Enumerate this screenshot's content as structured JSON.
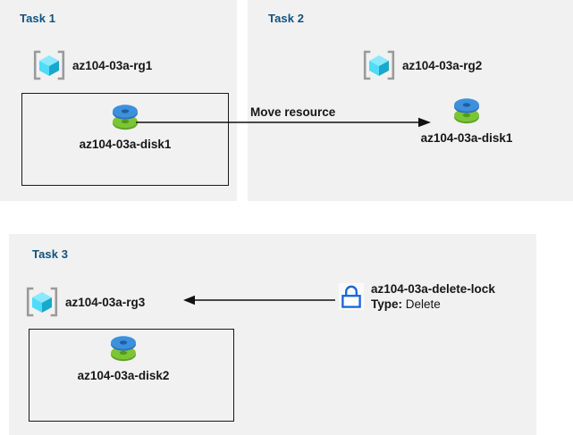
{
  "diagram": {
    "title_color": "#12517f",
    "panel_background": "#f1f1f1",
    "page_background": "#ffffff"
  },
  "panels": [
    {
      "id": "task1",
      "title": "Task 1",
      "resource_group": {
        "label": "az104-03a-rg1",
        "icon": "resource-group-cube-icon"
      },
      "resource": {
        "label": "az104-03a-disk1",
        "icon": "managed-disk-icon"
      }
    },
    {
      "id": "task2",
      "title": "Task 2",
      "resource_group": {
        "label": "az104-03a-rg2",
        "icon": "resource-group-cube-icon"
      },
      "resource": {
        "label": "az104-03a-disk1",
        "icon": "managed-disk-icon"
      }
    },
    {
      "id": "task3",
      "title": "Task 3",
      "resource_group": {
        "label": "az104-03a-rg3",
        "icon": "resource-group-cube-icon"
      },
      "resource": {
        "label": "az104-03a-disk2",
        "icon": "managed-disk-icon"
      }
    }
  ],
  "connectors": {
    "move_resource": {
      "label": "Move resource",
      "direction": "right",
      "from": "az104-03a-disk1 (Task 1)",
      "to": "az104-03a-disk1 (Task 2)"
    },
    "lock_applies_to": {
      "label": "",
      "direction": "left",
      "from": "az104-03a-delete-lock",
      "to": "az104-03a-rg3"
    }
  },
  "lock": {
    "icon": "padlock-icon",
    "name": "az104-03a-delete-lock",
    "type_key": "Type:",
    "type_value": "Delete",
    "accent_color": "#1565e0"
  },
  "icon_colors": {
    "cube_top": "#8ce8fb",
    "cube_left": "#2fd6f5",
    "cube_right": "#1aa6c9",
    "bracket": "#9a9a9a",
    "disk_blue": "#3f8fdc",
    "disk_green": "#76bc21",
    "outline": "#1a1a1a"
  }
}
